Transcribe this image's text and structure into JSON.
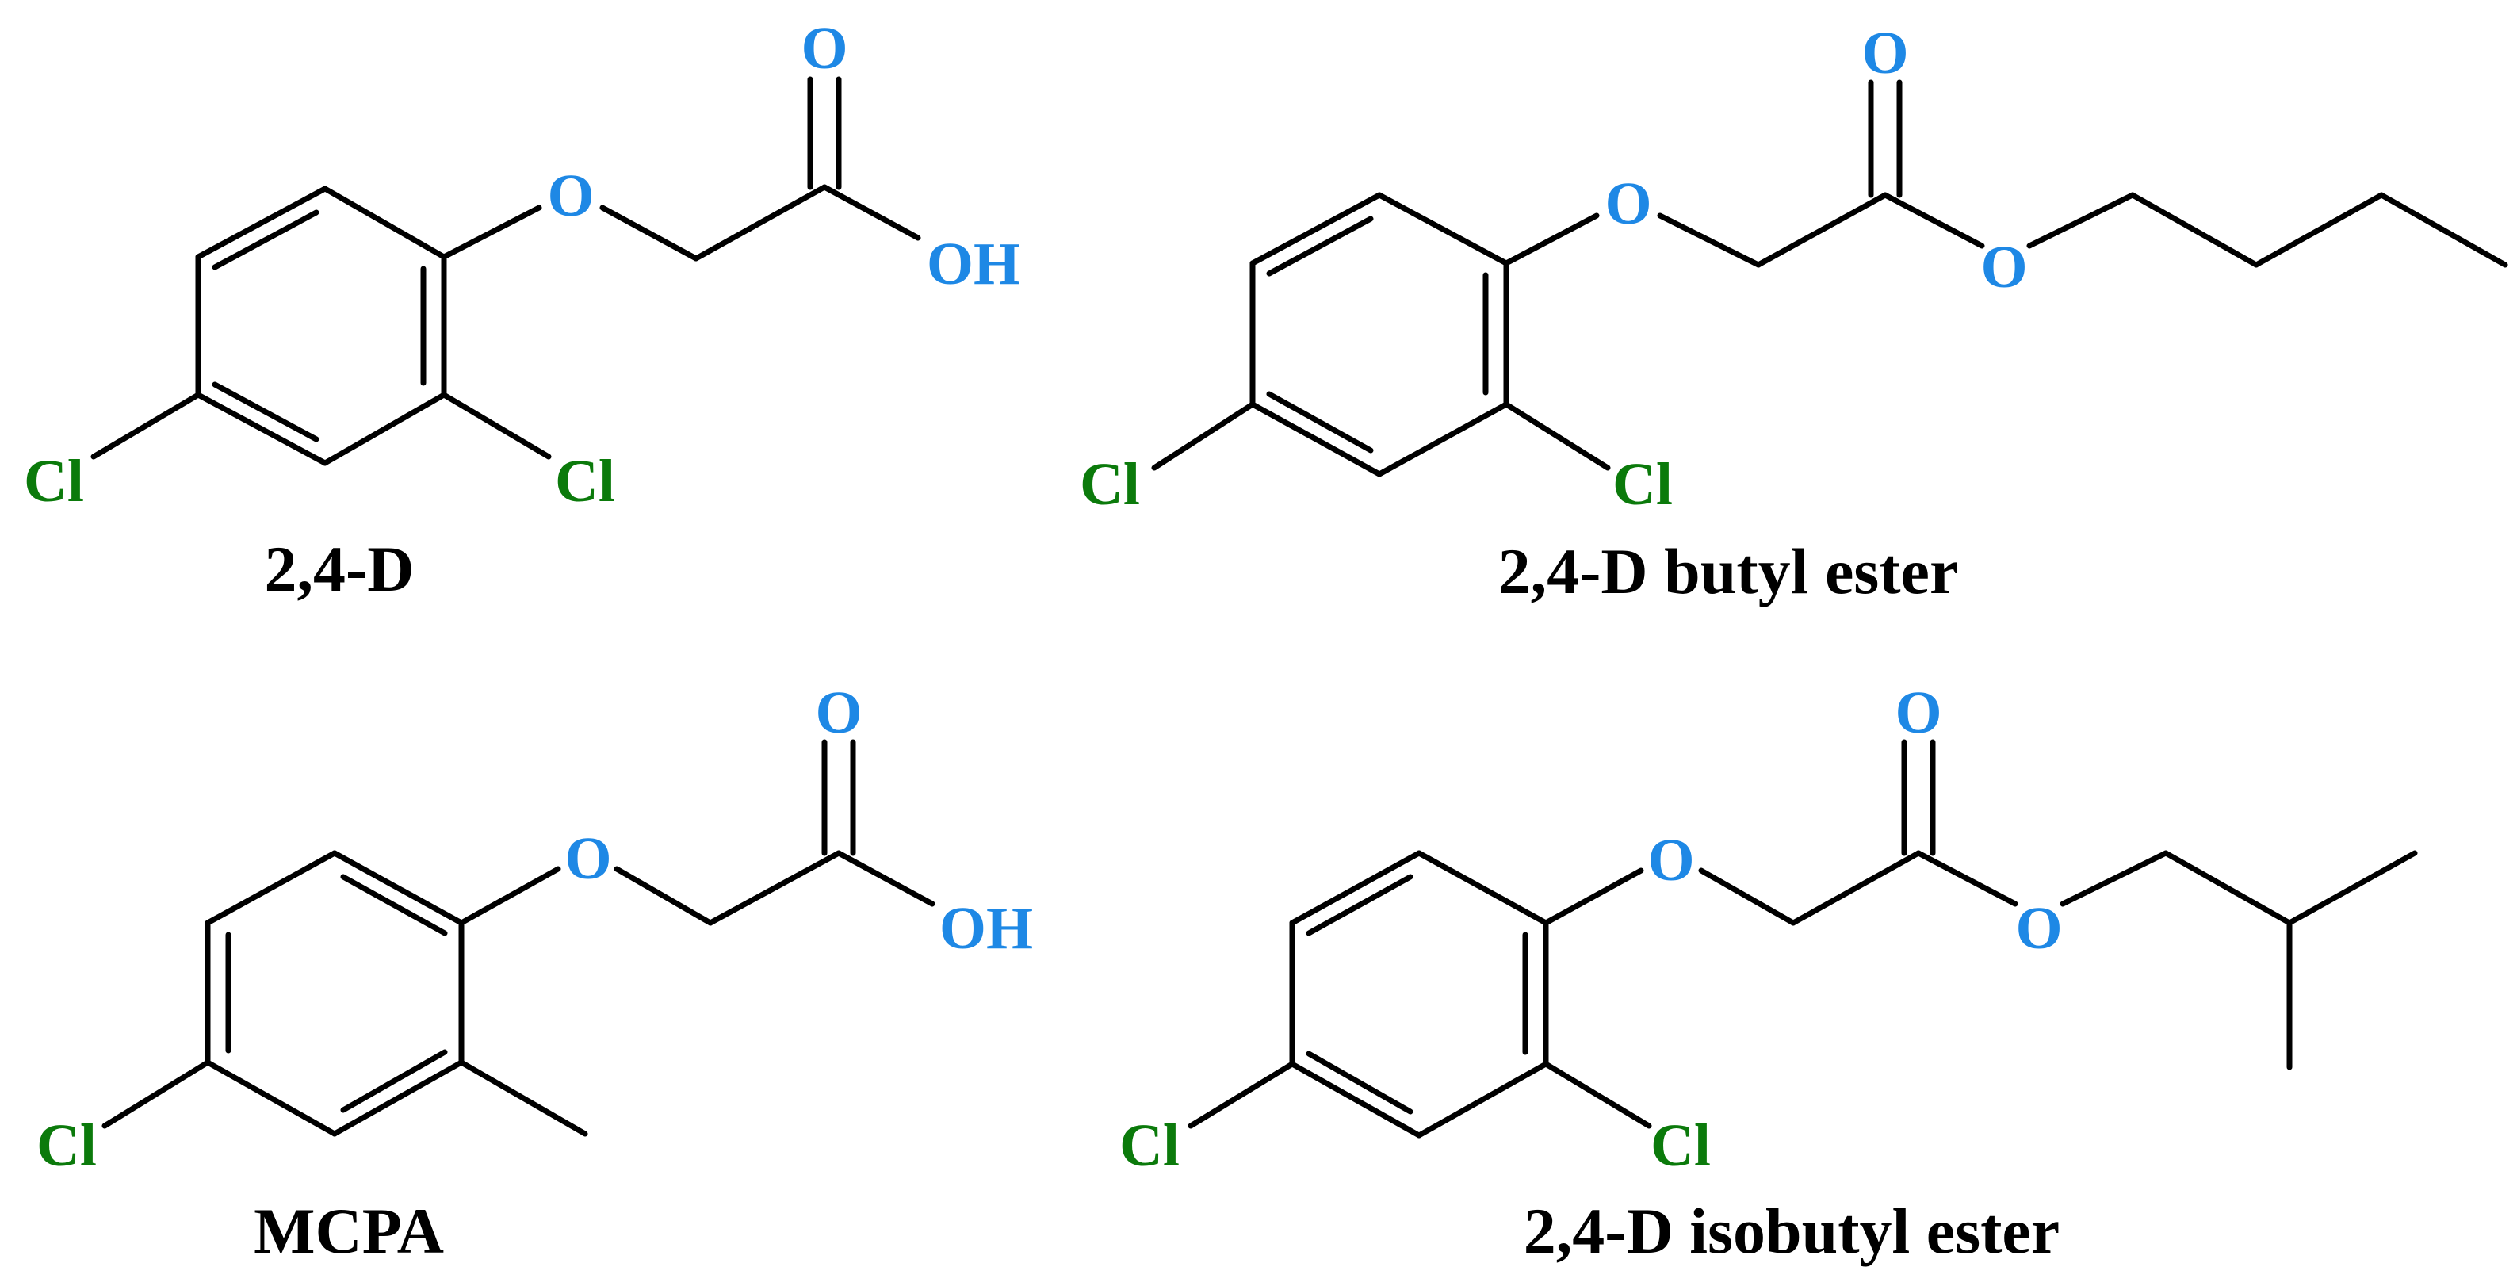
{
  "colors": {
    "oxygen": "#1E88E5",
    "chlorine": "#0B7A0B",
    "bond": "#000000",
    "caption": "#000000"
  },
  "molecules": [
    {
      "name": "2,4-D",
      "atoms": {
        "o_ether": "O",
        "o_carbonyl": "O",
        "oh": "OH",
        "cl_2": "Cl",
        "cl_4": "Cl"
      }
    },
    {
      "name": "2,4-D butyl ester",
      "atoms": {
        "o_ether": "O",
        "o_carbonyl": "O",
        "o_ester": "O",
        "cl_2": "Cl",
        "cl_4": "Cl"
      }
    },
    {
      "name": "MCPA",
      "atoms": {
        "o_ether": "O",
        "o_carbonyl": "O",
        "oh": "OH",
        "cl_4": "Cl"
      }
    },
    {
      "name": "2,4-D isobutyl ester",
      "atoms": {
        "o_ether": "O",
        "o_carbonyl": "O",
        "o_ester": "O",
        "cl_2": "Cl",
        "cl_4": "Cl"
      }
    }
  ]
}
